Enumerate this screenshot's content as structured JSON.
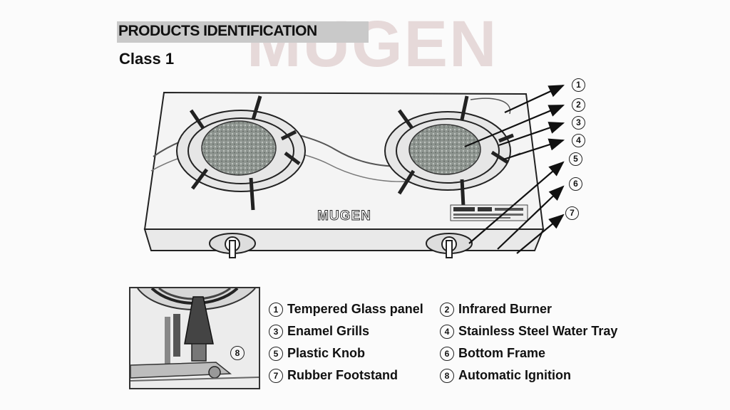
{
  "header": {
    "title": "PRODUCTS IDENTIFICATION",
    "subtitle": "Class 1",
    "watermark": "MUGEN"
  },
  "stove": {
    "brand": "MUGEN"
  },
  "callouts": [
    "1",
    "2",
    "3",
    "4",
    "5",
    "6",
    "7"
  ],
  "inset": {
    "number": "8"
  },
  "legend": [
    {
      "num": "1",
      "label": "Tempered Glass panel"
    },
    {
      "num": "2",
      "label": "Infrared Burner"
    },
    {
      "num": "3",
      "label": "Enamel Grills"
    },
    {
      "num": "4",
      "label": "Stainless Steel Water Tray"
    },
    {
      "num": "5",
      "label": "Plastic Knob"
    },
    {
      "num": "6",
      "label": "Bottom Frame"
    },
    {
      "num": "7",
      "label": "Rubber Footstand"
    },
    {
      "num": "8",
      "label": "Automatic Ignition"
    }
  ]
}
